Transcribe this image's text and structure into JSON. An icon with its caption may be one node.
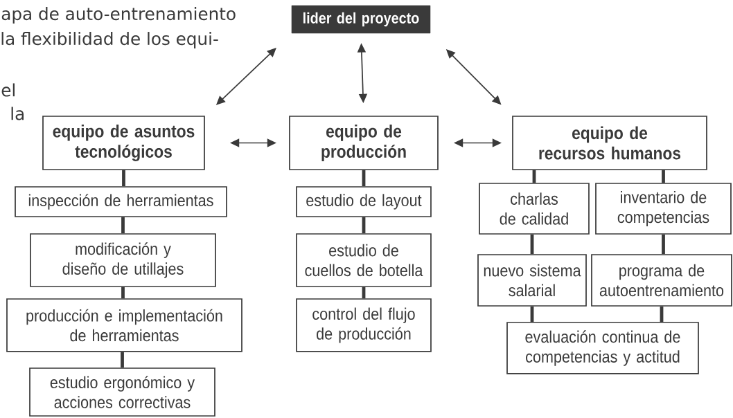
{
  "diagram": {
    "nodes": [
      {
        "text": [
          "lider del proyecto"
        ]
      },
      {
        "text": [
          "equipo de asuntos tecnológicos"
        ]
      },
      {
        "text": [
          "equipo de producción"
        ]
      },
      {
        "text": [
          "equipo de recursos humanos"
        ]
      },
      {
        "text": [
          "inspección de herramientas"
        ]
      },
      {
        "text": [
          "modificación y diseño de utillajes"
        ]
      },
      {
        "text": [
          "producción e implementación de herramientas"
        ]
      },
      {
        "text": [
          "estudio ergonómico y acciones correctivas"
        ]
      },
      {
        "text": [
          "estudio de layout"
        ]
      },
      {
        "text": [
          "estudio de cuellos de botella"
        ]
      },
      {
        "text": [
          "control del flujo de producción"
        ]
      },
      {
        "text": [
          "charlas de calidad"
        ]
      },
      {
        "text": [
          "inventario de competencias"
        ]
      },
      {
        "text": [
          "nuevo sistema salarial"
        ]
      },
      {
        "text": [
          "programa de autoentrenamiento"
        ]
      },
      {
        "text": [
          "evaluación continua de competencias y actitud"
        ]
      }
    ],
    "edges": [
      {
        "from": 0,
        "to": 1,
        "arrow": "both"
      },
      {
        "from": 0,
        "to": 2,
        "arrow": "both"
      },
      {
        "from": 0,
        "to": 3,
        "arrow": "both"
      },
      {
        "from": 1,
        "to": 2,
        "arrow": "both"
      },
      {
        "from": 2,
        "to": 3,
        "arrow": "both"
      },
      {
        "from": 1,
        "to": 4,
        "arrow": "none"
      },
      {
        "from": 4,
        "to": 5,
        "arrow": "none"
      },
      {
        "from": 5,
        "to": 6,
        "arrow": "none"
      },
      {
        "from": 6,
        "to": 7,
        "arrow": "none"
      },
      {
        "from": 2,
        "to": 8,
        "arrow": "none"
      },
      {
        "from": 8,
        "to": 9,
        "arrow": "none"
      },
      {
        "from": 9,
        "to": 10,
        "arrow": "none"
      },
      {
        "from": 3,
        "to": 11,
        "arrow": "none"
      },
      {
        "from": 3,
        "to": 12,
        "arrow": "none"
      },
      {
        "from": 11,
        "to": 13,
        "arrow": "none"
      },
      {
        "from": 12,
        "to": 14,
        "arrow": "none"
      },
      {
        "from": 13,
        "to": 15,
        "arrow": "none"
      },
      {
        "from": 14,
        "to": 15,
        "arrow": "none"
      }
    ],
    "labels": [
      "apa de auto-entrenamiento",
      "la flexibilidad de los equi-",
      "el",
      "la"
    ]
  }
}
